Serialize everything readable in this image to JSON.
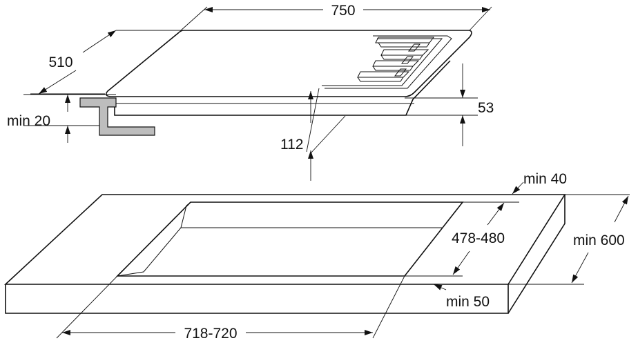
{
  "dimensions": {
    "hob_width": "750",
    "hob_depth": "510",
    "hob_height": "53",
    "below_depth": "112",
    "min_clearance": "min 20",
    "cutout_depth": "478-480",
    "cutout_width": "718-720",
    "min_back": "min 40",
    "min_front": "min 50",
    "worktop_depth": "min 600"
  }
}
